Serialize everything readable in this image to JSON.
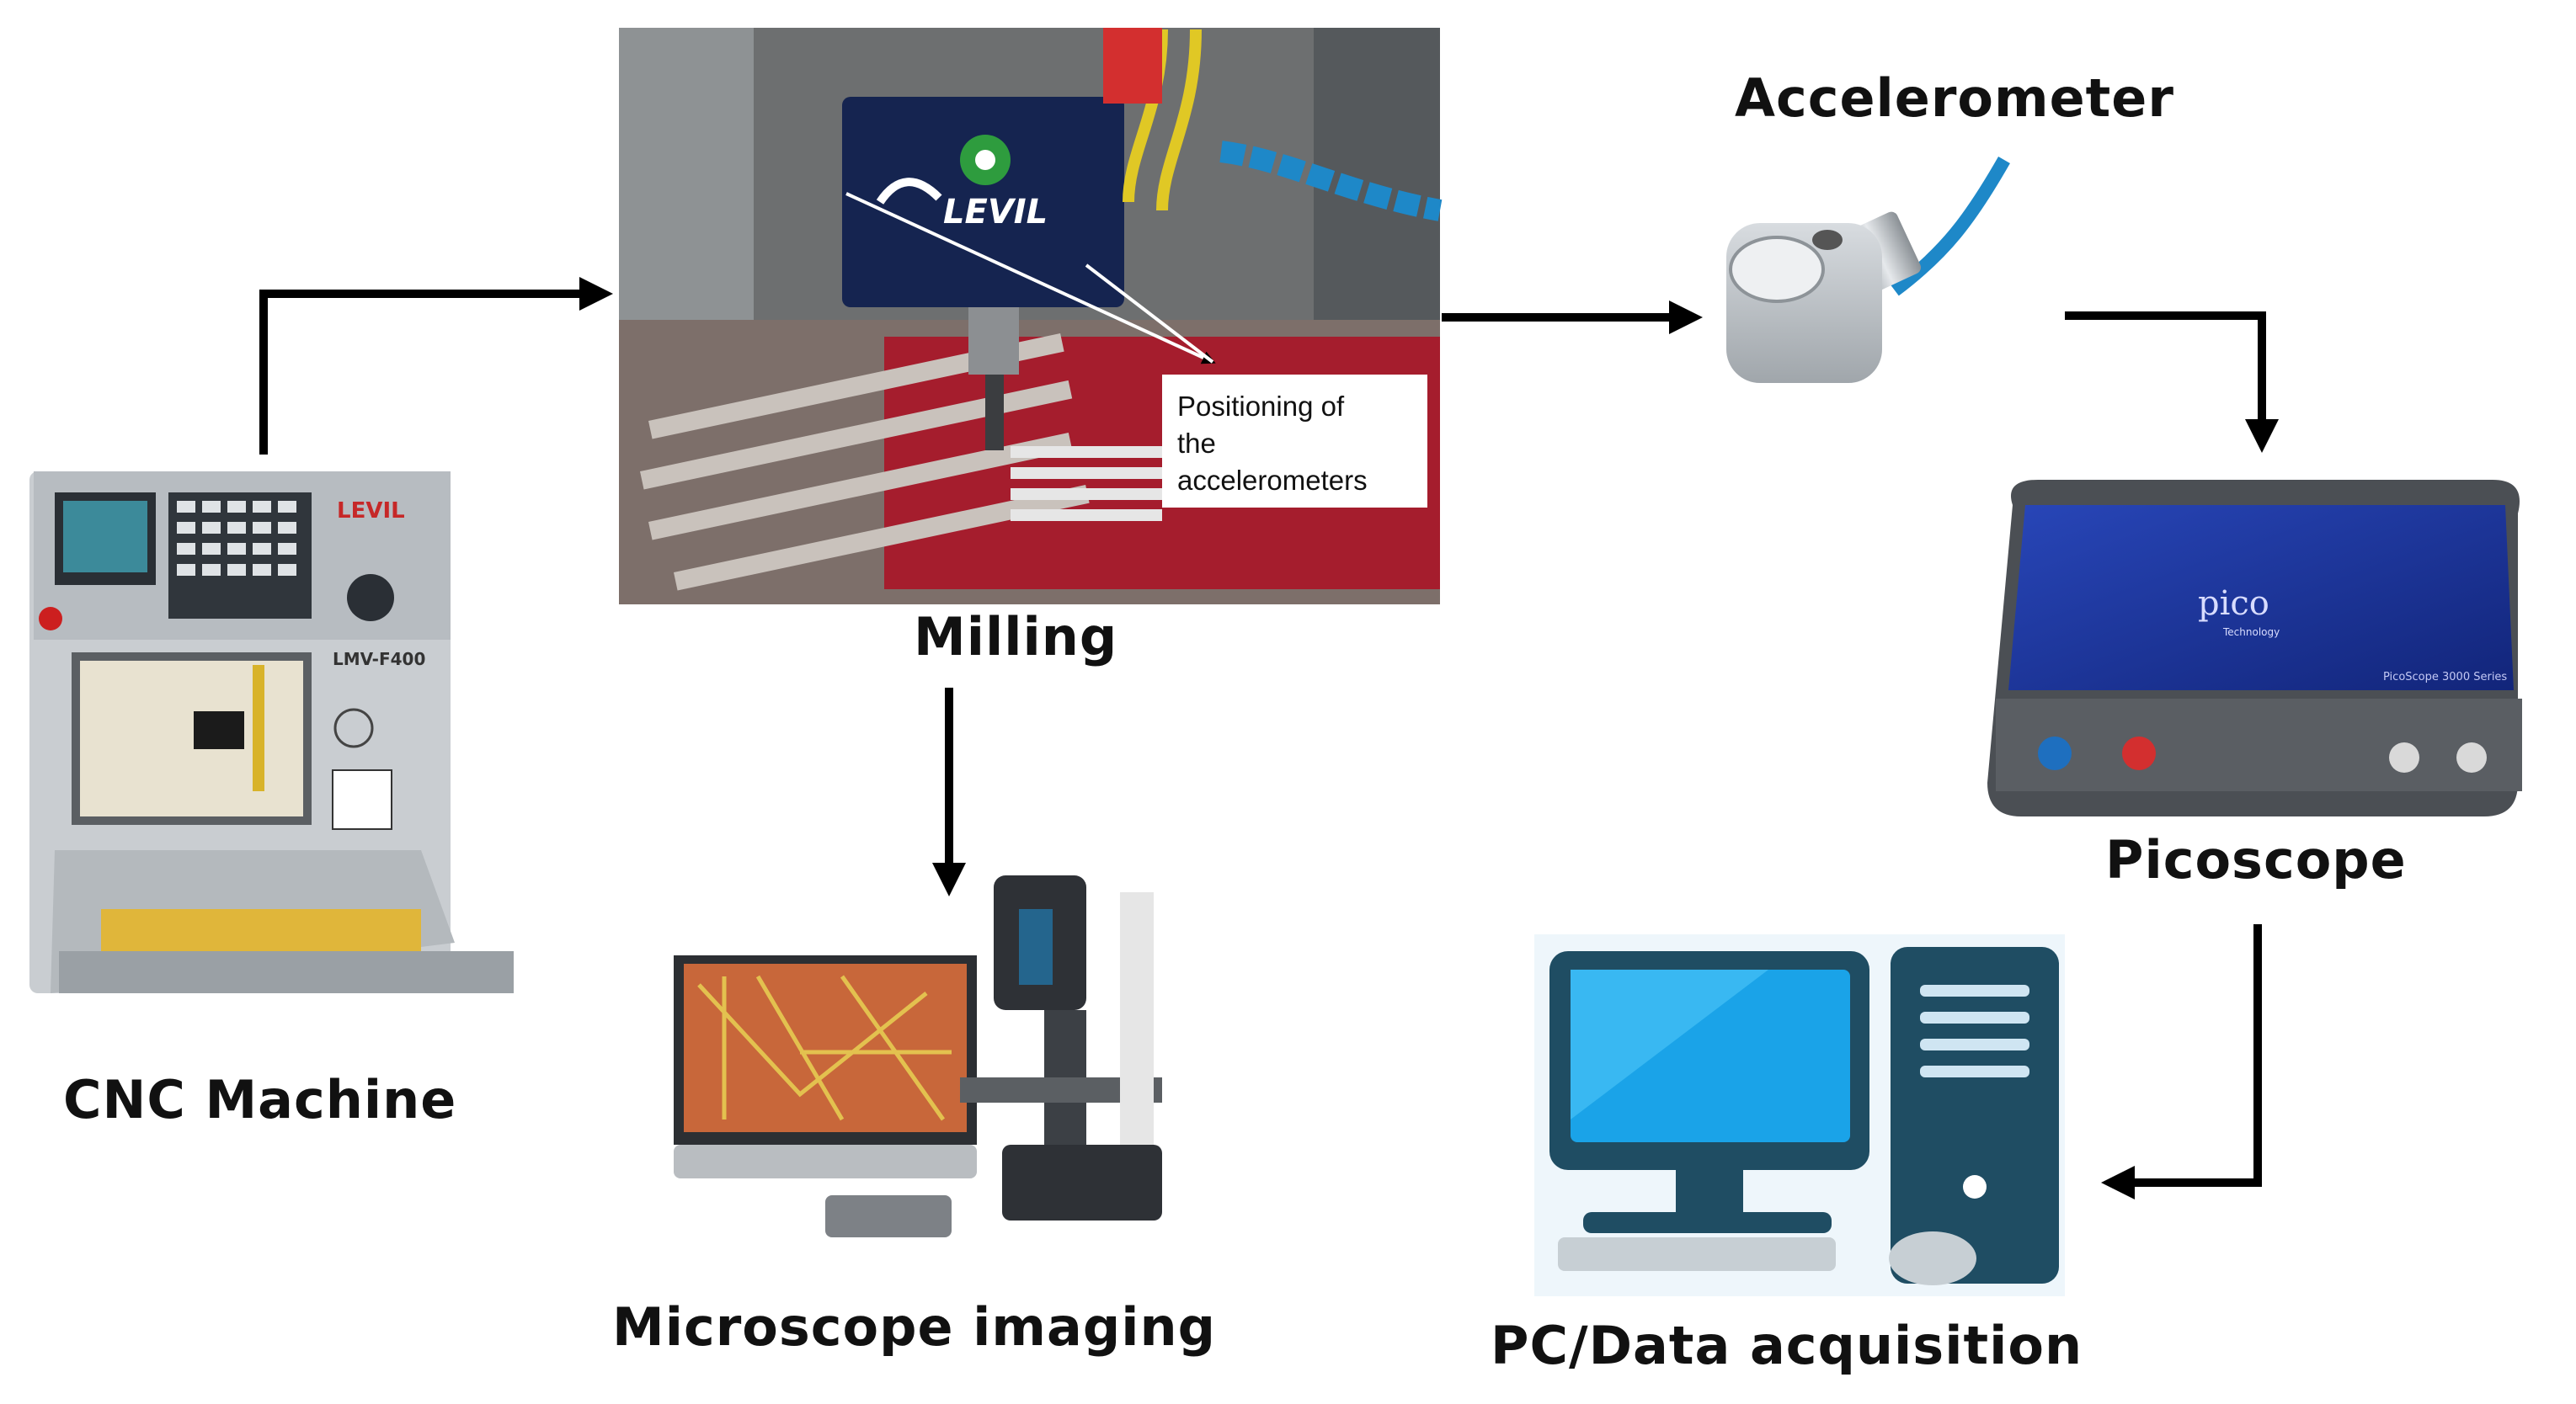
{
  "labels": {
    "cnc": "CNC Machine",
    "milling": "Milling",
    "microscope": "Microscope imaging",
    "accelerometer": "Accelerometer",
    "picoscope": "Picoscope",
    "pc": "PC/Data acquisition"
  },
  "callout": {
    "line1": "Positioning of",
    "line2": "the",
    "line3": "accelerometers"
  },
  "device_text": {
    "cnc_brand": "LEVIL",
    "cnc_model": "LMV-F400",
    "spindle_brand": "LEVIL",
    "pico_brand": "pico",
    "pico_sub": "Technology",
    "pico_series": "PicoScope 3000 Series"
  },
  "colors": {
    "arrow": "#000000",
    "pc_dark": "#1f4d63",
    "pc_screen": "#1aa3e8",
    "pico_blue": "#1a3a9a",
    "mill_red": "#a51d2d",
    "cable_blue": "#1e88c8"
  }
}
